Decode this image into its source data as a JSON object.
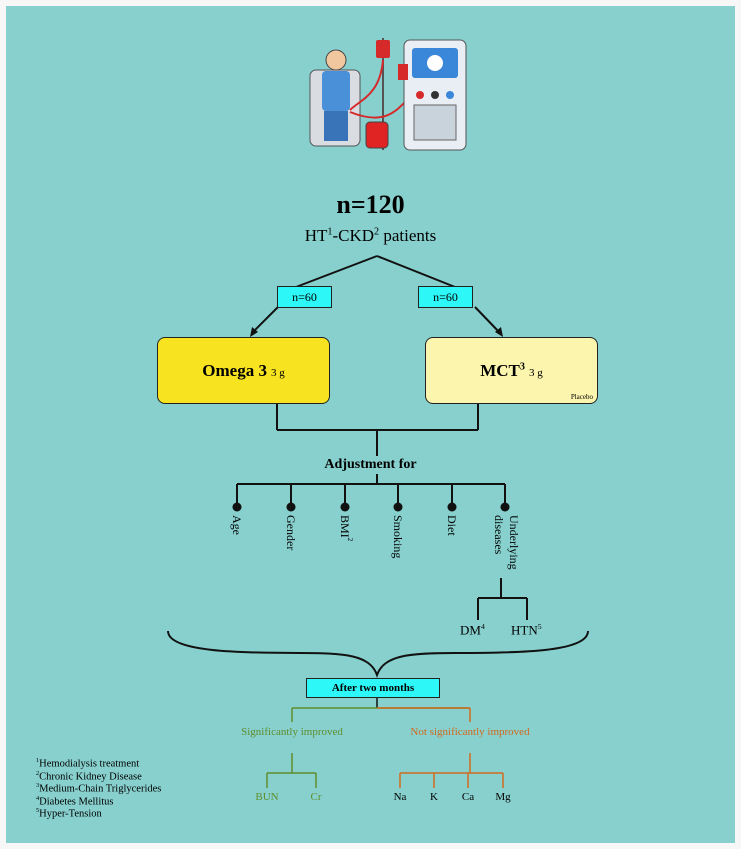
{
  "header": {
    "n_total": "n=120",
    "population_pre": "HT",
    "population_sup1": "1",
    "population_mid": "-CKD",
    "population_sup2": "2",
    "population_post": " patients"
  },
  "arms": [
    {
      "n": "n=60",
      "name": "Omega 3",
      "name_sup": "",
      "dose": "3 g",
      "tag": "",
      "color": "#f7e320"
    },
    {
      "n": "n=60",
      "name": "MCT",
      "name_sup": "3",
      "dose": "3 g",
      "tag": "Placebo",
      "color": "#fbf5ad"
    }
  ],
  "adjustment": {
    "heading": "Adjustment for",
    "factors": [
      "Age",
      "Gender",
      "BMI",
      "Smoking",
      "Diet",
      "Underlying diseases"
    ],
    "bmi_sup": "2",
    "underlying": [
      {
        "label": "DM",
        "sup": "4"
      },
      {
        "label": "HTN",
        "sup": "5"
      }
    ]
  },
  "timepoint": "After two months",
  "outcomes": {
    "improved": {
      "label": "Significantly improved",
      "items": [
        "BUN",
        "Cr"
      ],
      "color": "#5f8d2c"
    },
    "not_improved": {
      "label": "Not significantly improved",
      "items": [
        "Na",
        "K",
        "Ca",
        "Mg"
      ],
      "color": "#d26a1d"
    }
  },
  "footnotes": [
    {
      "n": "1",
      "text": "Hemodialysis treatment"
    },
    {
      "n": "2",
      "text": "Chronic Kidney Disease"
    },
    {
      "n": "3",
      "text": "Medium-Chain Triglycerides"
    },
    {
      "n": "4",
      "text": "Diabetes Mellitus"
    },
    {
      "n": "5",
      "text": "Hyper-Tension"
    }
  ],
  "colors": {
    "background": "#87d0ce",
    "pill": "#2ef7f7"
  }
}
